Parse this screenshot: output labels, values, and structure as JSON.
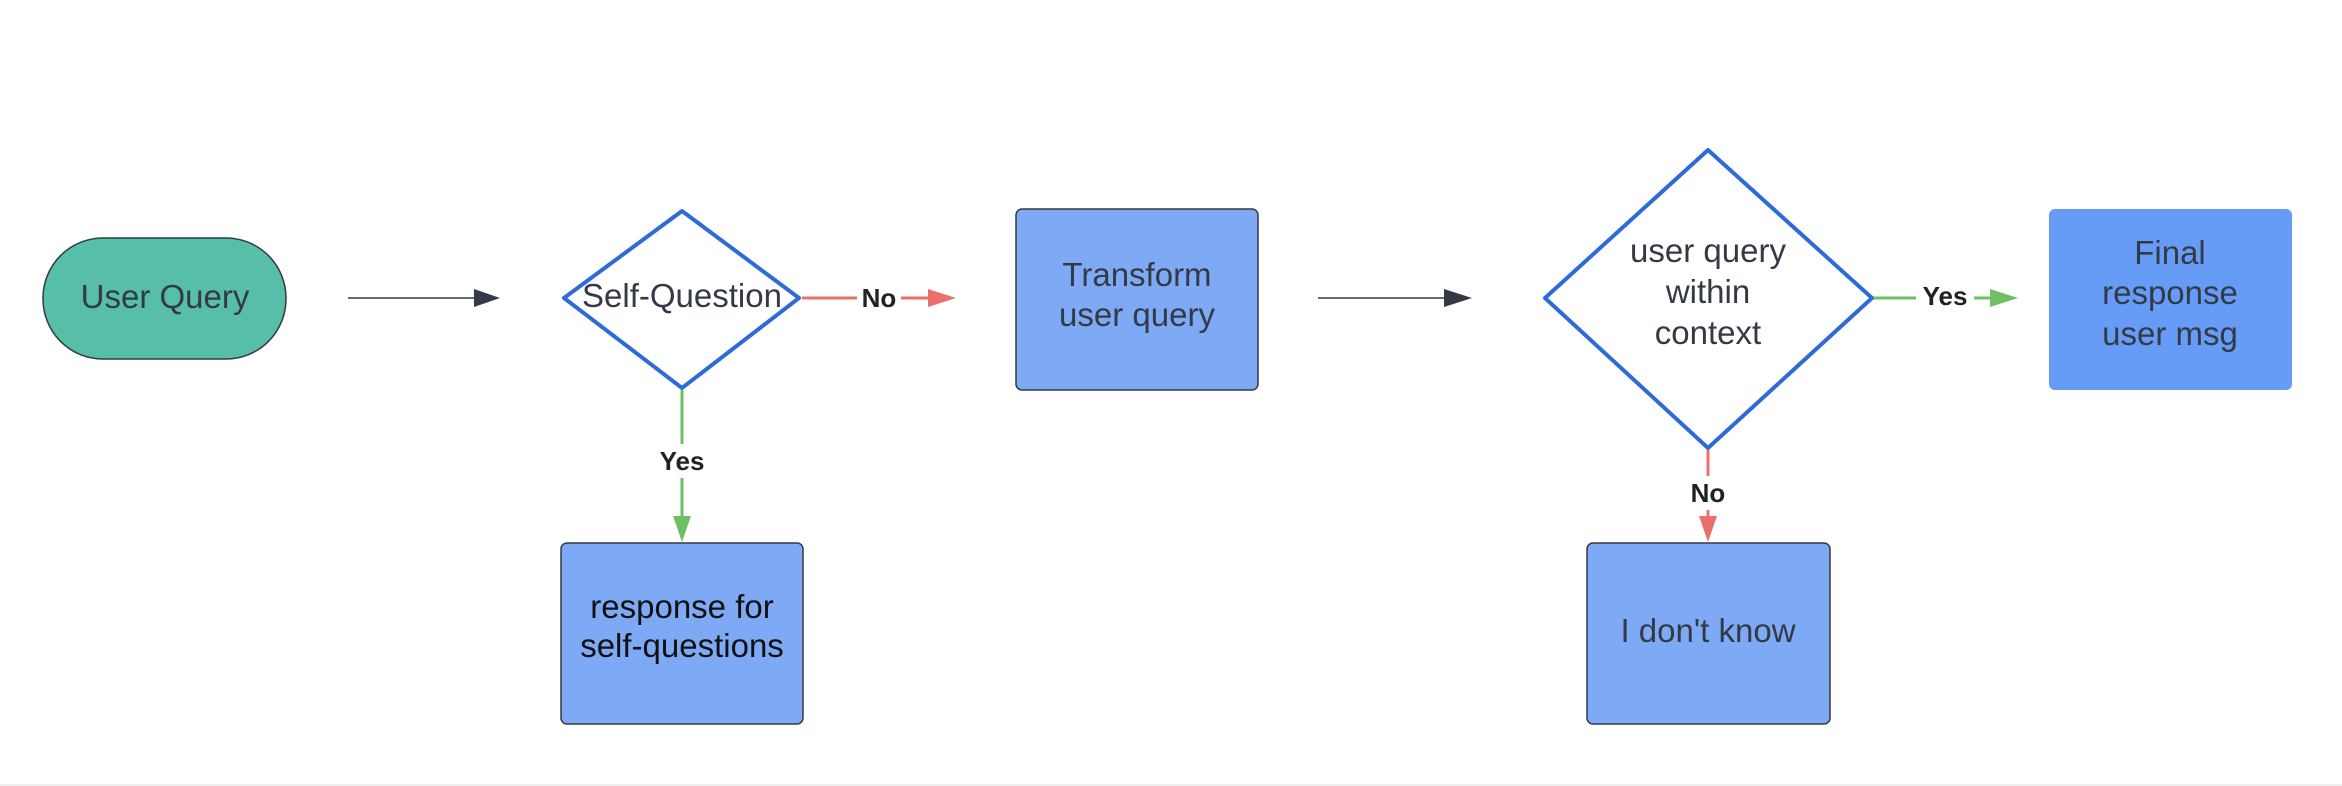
{
  "nodes": {
    "user_query": {
      "label": "User Query"
    },
    "self_question": {
      "label": "Self-Question"
    },
    "transform": {
      "line1": "Transform",
      "line2": "user query"
    },
    "self_response": {
      "line1": "response for",
      "line2": "self-questions"
    },
    "context_check": {
      "line1": "user query",
      "line2": "within",
      "line3": "context"
    },
    "final_response": {
      "line1": "Final",
      "line2": "response",
      "line3": "user msg"
    },
    "dont_know": {
      "label": "I don't know"
    }
  },
  "edges": {
    "self_question_no": {
      "label": "No"
    },
    "self_question_yes": {
      "label": "Yes"
    },
    "context_yes": {
      "label": "Yes"
    },
    "context_no": {
      "label": "No"
    }
  },
  "colors": {
    "terminator_fill": "#57bfa8",
    "process_fill": "#7eaaf5",
    "process_fill_bright": "#669cf6",
    "decision_stroke": "#2f6ad9",
    "edge_neutral": "#333a45",
    "edge_no": "#e9706b",
    "edge_yes": "#6fbf65"
  }
}
